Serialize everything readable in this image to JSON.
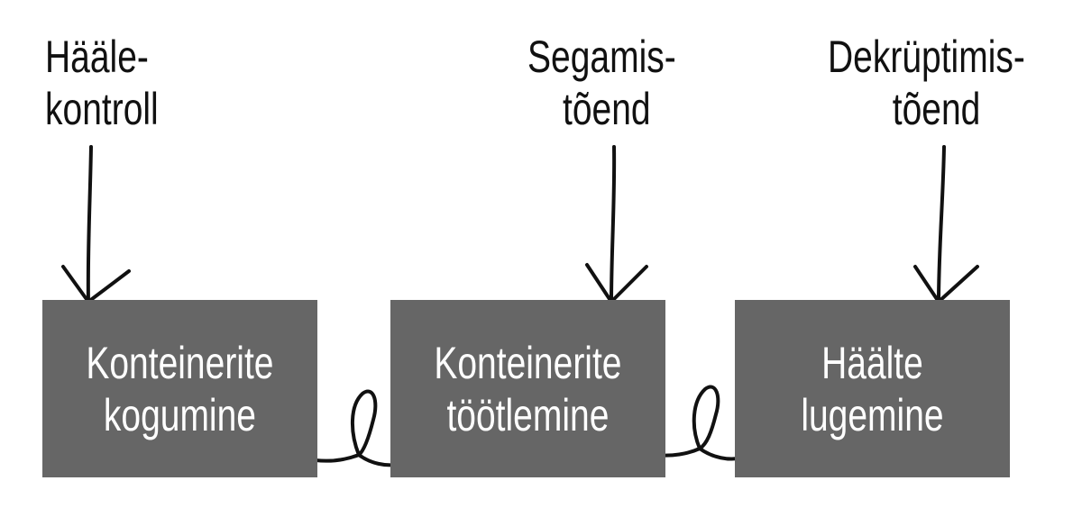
{
  "inputs": [
    {
      "line1": "Hääle-",
      "line2": "kontroll"
    },
    {
      "line1": "Segamis-",
      "line2": "tõend"
    },
    {
      "line1": "Dekrüptimis-",
      "line2": "tõend"
    }
  ],
  "stages": [
    {
      "line1": "Konteinerite",
      "line2": "kogumine"
    },
    {
      "line1": "Konteinerite",
      "line2": "töötlemine"
    },
    {
      "line1": "Häälte",
      "line2": "lugemine"
    }
  ],
  "colors": {
    "box_fill": "#666666",
    "box_text": "#ffffff",
    "ink": "#111111",
    "background": "#ffffff"
  }
}
